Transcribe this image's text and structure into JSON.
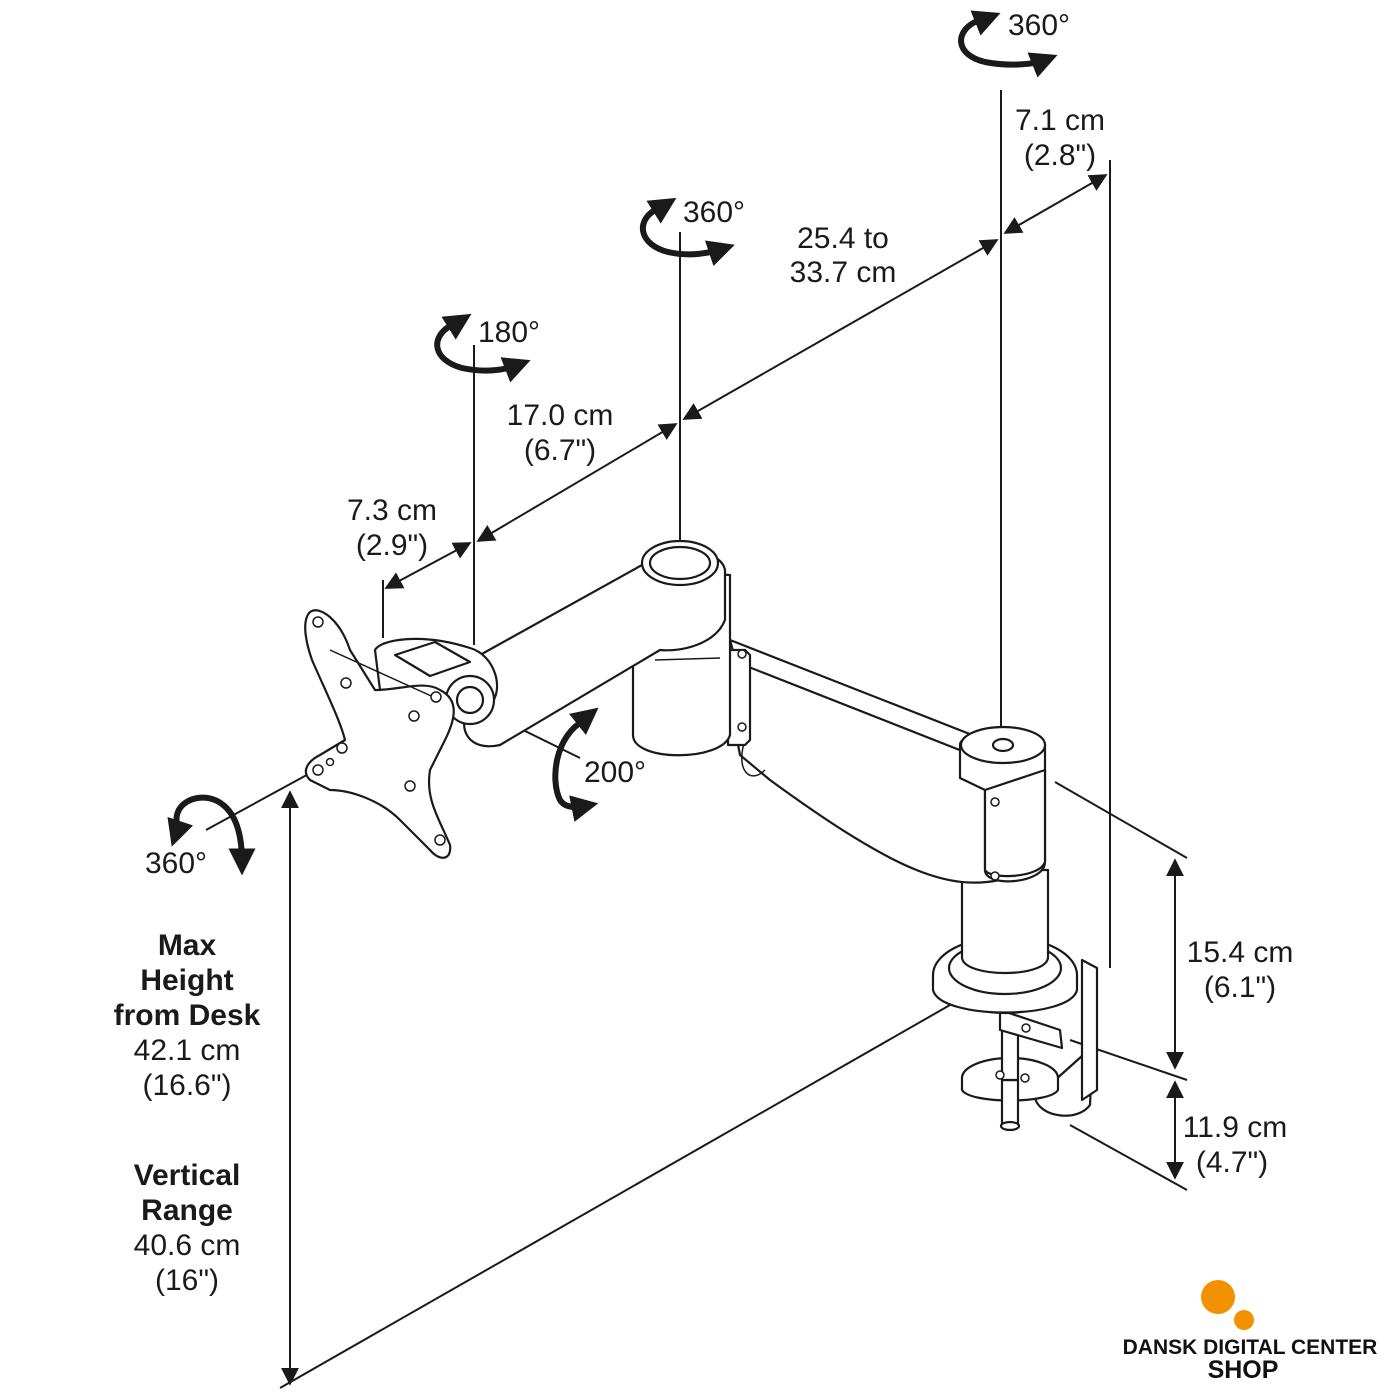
{
  "rotations": {
    "monitor_tilt": "360°",
    "wrist_pivot": "200°",
    "head_swivel": "180°",
    "elbow_swivel": "360°",
    "base_swivel": "360°"
  },
  "dimensions": {
    "head_offset": {
      "metric": "7.3 cm",
      "imperial": "(2.9\")"
    },
    "forearm": {
      "metric": "17.0 cm",
      "imperial": "(6.7\")"
    },
    "upper_arm": {
      "metric": "25.4 to",
      "metric_line2": "33.7 cm"
    },
    "base_offset": {
      "metric": "7.1 cm",
      "imperial": "(2.8\")"
    },
    "pole_height": {
      "metric": "15.4 cm",
      "imperial": "(6.1\")"
    },
    "clamp_range": {
      "metric": "11.9 cm",
      "imperial": "(4.7\")"
    }
  },
  "max_height": {
    "title_line1": "Max",
    "title_line2": "Height",
    "title_line3": "from Desk",
    "metric": "42.1 cm",
    "imperial": "(16.6\")"
  },
  "vertical_range": {
    "title_line1": "Vertical",
    "title_line2": "Range",
    "metric": "40.6 cm",
    "imperial": "(16\")"
  },
  "brand": {
    "name": "DANSK DIGITAL CENTER",
    "sub": "SHOP",
    "dot_color": "#f39200"
  }
}
